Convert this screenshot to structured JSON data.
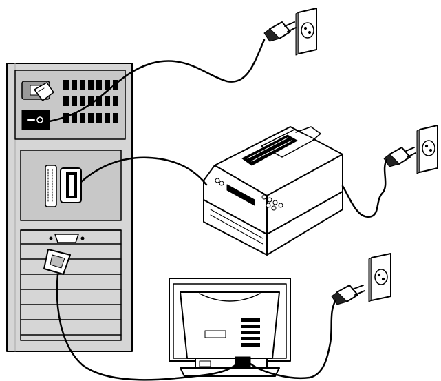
{
  "diagram": {
    "components": [
      "pc-tower",
      "laser-printer",
      "crt-monitor",
      "wall-outlet",
      "wall-outlet",
      "wall-outlet"
    ],
    "connections": [
      {
        "from": "pc-tower-power-inlet",
        "to": "wall-outlet-1",
        "cable": "power-cord"
      },
      {
        "from": "pc-tower-parallel-port",
        "to": "laser-printer",
        "cable": "parallel-cable"
      },
      {
        "from": "laser-printer",
        "to": "wall-outlet-2",
        "cable": "power-cord"
      },
      {
        "from": "pc-tower-vga-port",
        "to": "crt-monitor",
        "cable": "vga-cable"
      },
      {
        "from": "crt-monitor",
        "to": "wall-outlet-3",
        "cable": "power-cord"
      }
    ]
  }
}
